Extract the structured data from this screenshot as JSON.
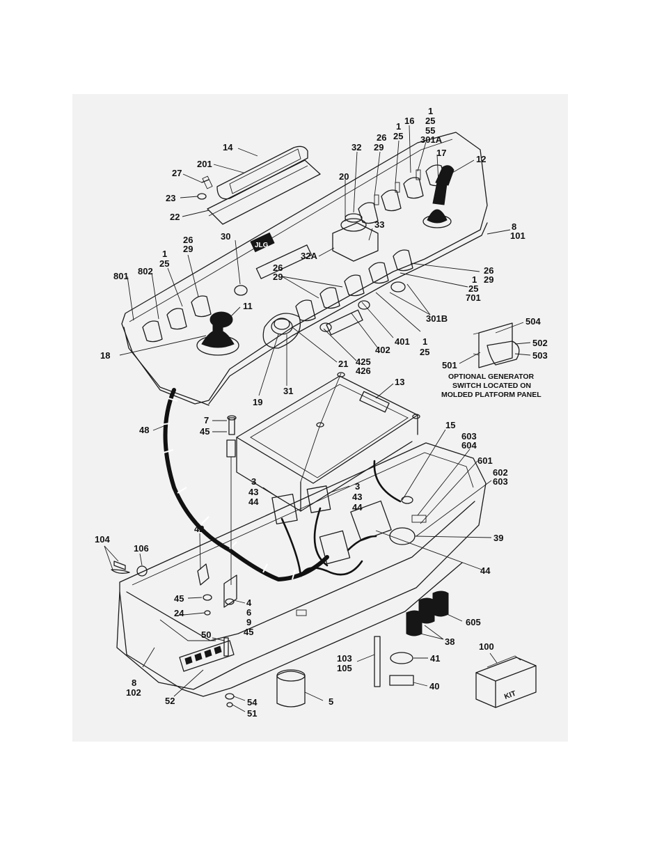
{
  "figure": {
    "callouts": {
      "c14": "14",
      "c201": "201",
      "c27": "27",
      "c23": "23",
      "c22": "22",
      "c32": "32",
      "c20": "20",
      "c33": "33",
      "c32a": "32A",
      "c26_29_top": [
        "26",
        "29"
      ],
      "c1_25_top": [
        "1",
        "25"
      ],
      "c16": "16",
      "c1_25_55_301a": [
        "1",
        "25",
        "55",
        "301A"
      ],
      "c17": "17",
      "c12": "12",
      "c8_101": [
        "8",
        "101"
      ],
      "c30": "30",
      "c26_29_left": [
        "26",
        "29"
      ],
      "c1_25_left": [
        "1",
        "25"
      ],
      "c801": "801",
      "c802": "802",
      "c26_29_mid": [
        "26",
        "29"
      ],
      "c26_29_right": [
        "26",
        "29"
      ],
      "c1_25_701": [
        "1",
        "25",
        "701"
      ],
      "c301b": "301B",
      "c11": "11",
      "c18": "18",
      "c401": "401",
      "c1_25_low": [
        "1",
        "25"
      ],
      "c402": "402",
      "c425_426": [
        "425",
        "426"
      ],
      "c21": "21",
      "c19": "19",
      "c31": "31",
      "c504": "504",
      "c502": "502",
      "c503": "503",
      "c501": "501",
      "c13": "13",
      "c48": "48",
      "c7": "7",
      "c45_top": "45",
      "c15": "15",
      "c603_604": [
        "603",
        "604"
      ],
      "c601": "601",
      "c602_603": [
        "602",
        "603"
      ],
      "c3_43_44_left": [
        "3",
        "43",
        "44"
      ],
      "c3_43_44_right": [
        "3",
        "43",
        "44"
      ],
      "c39": "39",
      "c44": "44",
      "c42": "42",
      "c104": "104",
      "c106": "106",
      "c45_mid": "45",
      "c24": "24",
      "c4_6_9_45": [
        "4",
        "6",
        "9",
        "45"
      ],
      "c605": "605",
      "c38": "38",
      "c50": "50",
      "c100": "100",
      "c103_105": [
        "103",
        "105"
      ],
      "c41": "41",
      "c40": "40",
      "c8_102": [
        "8",
        "102"
      ],
      "c52": "52",
      "c54": "54",
      "c51": "51",
      "c5": "5"
    },
    "note": [
      "OPTIONAL GENERATOR",
      "SWITCH LOCATED ON",
      "MOLDED PLATFORM PANEL"
    ],
    "panel_logo": "JLG",
    "kit_label": "KIT"
  }
}
